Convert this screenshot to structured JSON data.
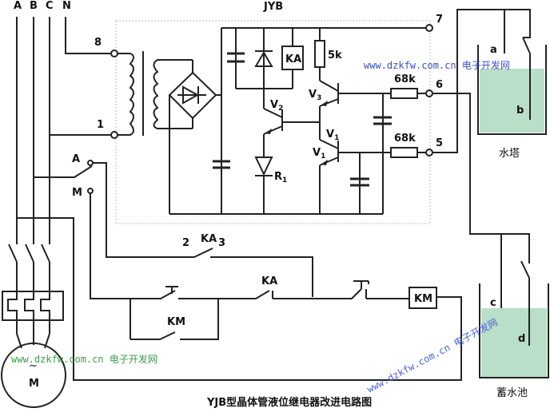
{
  "diagram": {
    "title": "YJB型晶体管液位继电器改进电路图",
    "module_label": "JYB",
    "phases": [
      "A",
      "B",
      "C",
      "N"
    ],
    "terminals": {
      "t8": "8",
      "t1": "1",
      "t7": "7",
      "t6": "6",
      "t5": "5"
    },
    "components": {
      "relay_coil": "KA",
      "resistor_top": "5k",
      "resistor_6": "68k",
      "resistor_5": "68k",
      "v2": "V",
      "v2_sub": "2",
      "v3": "V",
      "v3_sub": "3",
      "v1a": "V",
      "v1a_sub": "1",
      "v1b": "V",
      "v1b_sub": "1",
      "r1": "R",
      "r1_sub": "1"
    },
    "switch": {
      "auto": "A",
      "manual": "M"
    },
    "control": {
      "ka_contact_top": "KA",
      "ka_left_num": "2",
      "ka_right_num": "3",
      "ka_contact_mid": "KA",
      "km_hold": "KM",
      "km_coil": "KM"
    },
    "motor": {
      "label": "M",
      "symbol": "~"
    },
    "tanks": {
      "upper": {
        "name": "水塔",
        "probe_a": "a",
        "probe_b": "b"
      },
      "lower": {
        "name": "蓄水池",
        "probe_c": "c",
        "probe_d": "d"
      }
    },
    "colors": {
      "water": "#b9dfc9",
      "wire": "#222222",
      "module_border": "#bbbbbb"
    },
    "watermarks": [
      {
        "text": "www.dzkfw.com.cn 电子开发网",
        "color": "#3a4fc4"
      },
      {
        "text": "www.dzkfw.com.cn 电子开发网",
        "color": "#3aa04a"
      },
      {
        "text": "www.dzkfw.com.cn 电子开发网",
        "color": "#4a62d8"
      }
    ]
  }
}
